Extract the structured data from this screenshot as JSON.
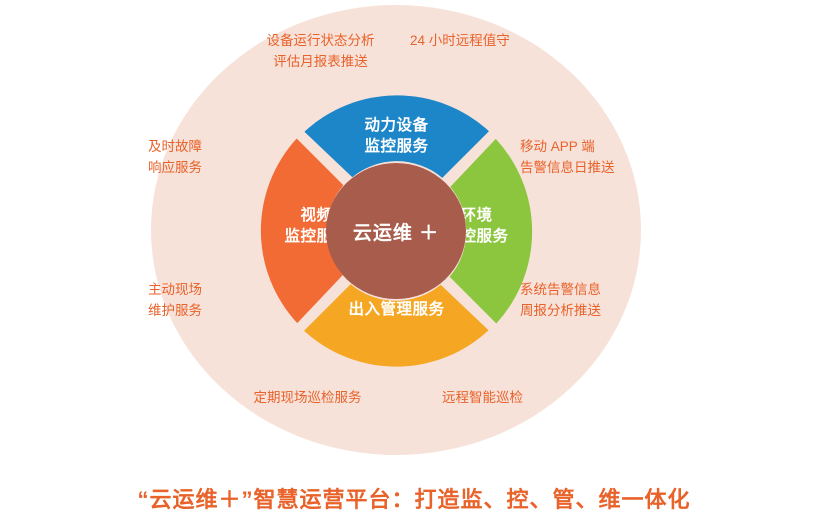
{
  "diagram": {
    "center": {
      "label": "云运维 ＋"
    },
    "segments": [
      {
        "id": "top",
        "label_line1": "动力设备",
        "label_line2": "监控服务",
        "color": "#1d86c8"
      },
      {
        "id": "right",
        "label_line1": "环境",
        "label_line2": "监控服务",
        "color": "#8cc63e"
      },
      {
        "id": "bottom",
        "label_line1": "出入管理服务",
        "label_line2": "",
        "color": "#f5a623"
      },
      {
        "id": "left",
        "label_line1": "视频",
        "label_line2": "监控服务",
        "color": "#f26a34"
      }
    ],
    "notes": [
      {
        "id": "n1",
        "line1": "设备运行状态分析",
        "line2": "评估月报表推送"
      },
      {
        "id": "n2",
        "line1": "24 小时远程值守",
        "line2": ""
      },
      {
        "id": "n3",
        "line1": "及时故障",
        "line2": "响应服务"
      },
      {
        "id": "n4",
        "line1": "移动 APP 端",
        "line2": "告警信息日推送"
      },
      {
        "id": "n5",
        "line1": "主动现场",
        "line2": "维护服务"
      },
      {
        "id": "n6",
        "line1": "系统告警信息",
        "line2": "周报分析推送"
      },
      {
        "id": "n7",
        "line1": "定期现场巡检服务",
        "line2": ""
      },
      {
        "id": "n8",
        "line1": "远程智能巡检",
        "line2": ""
      }
    ],
    "caption": "“云运维＋”智慧运营平台：打造监、控、管、维一体化",
    "colors": {
      "accent": "#e8622a",
      "outer_disc": "#f7e2d9",
      "hub": "#a85d4c"
    }
  }
}
